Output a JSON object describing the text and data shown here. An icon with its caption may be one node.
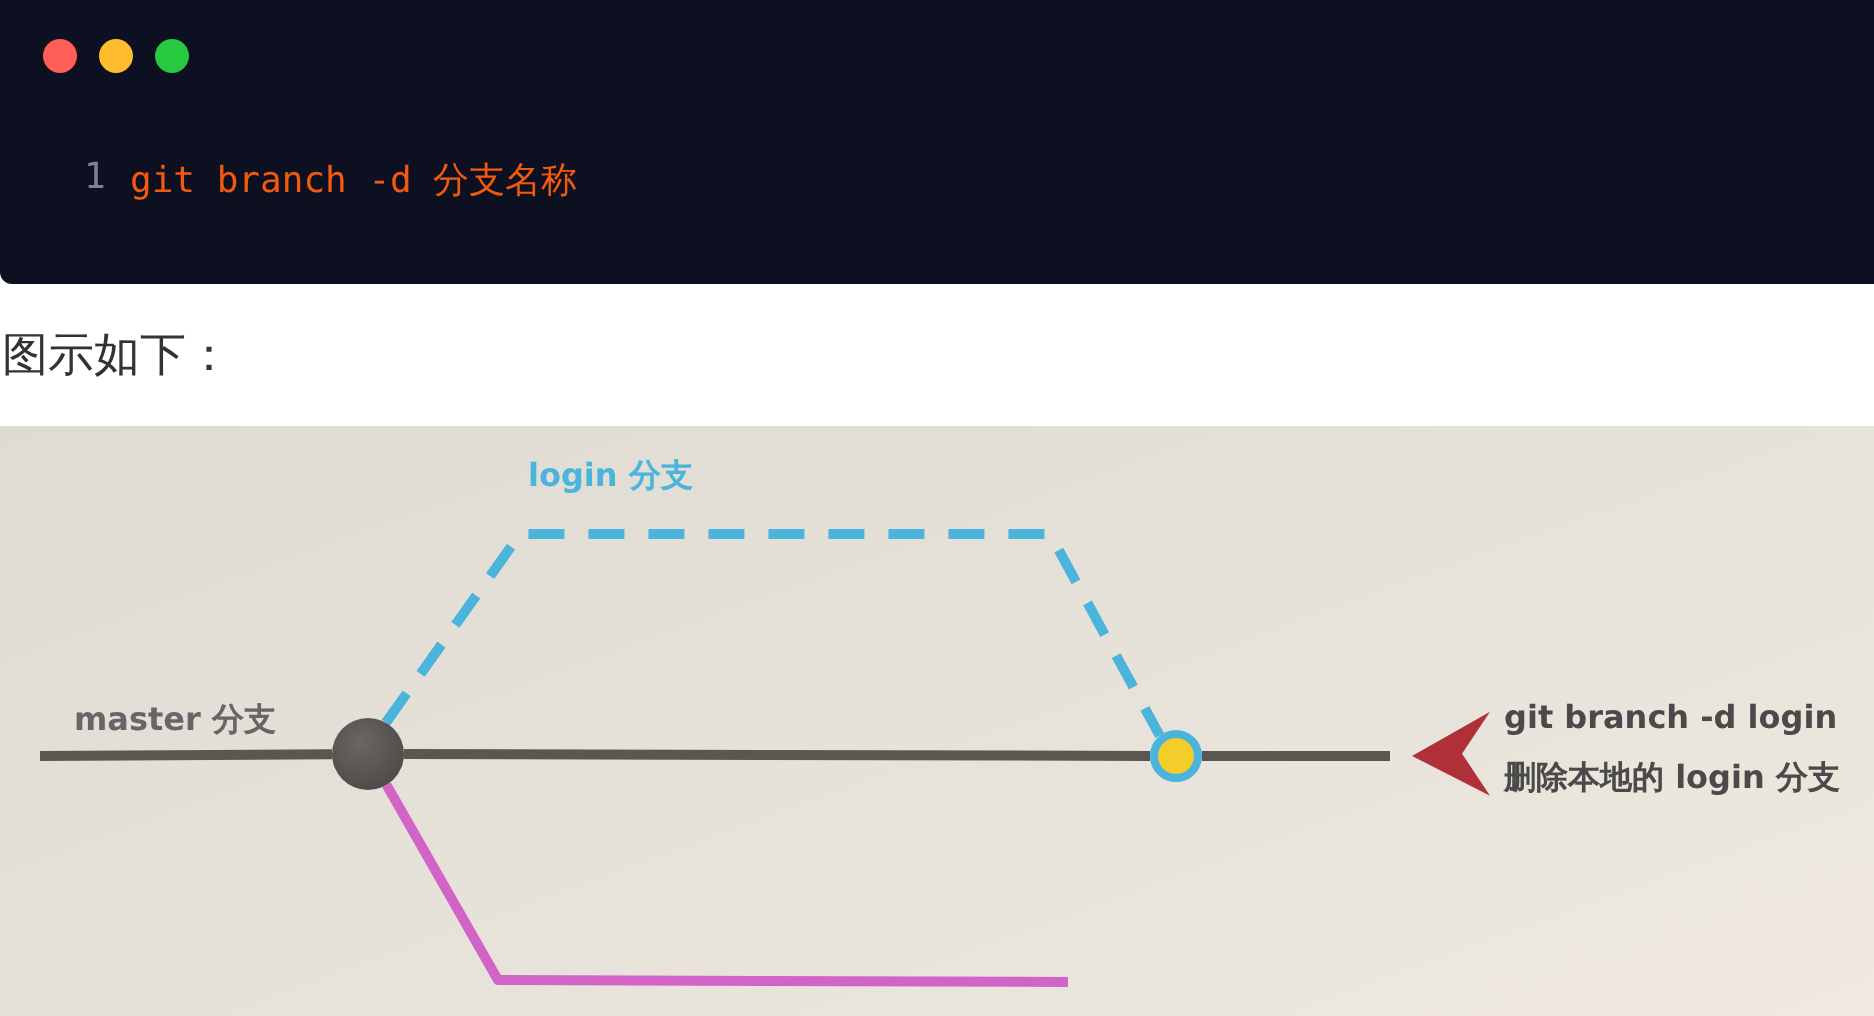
{
  "diagram": {
    "nodes": [
      {
        "text": [],
        "shape": "circle"
      },
      {
        "text": [],
        "shape": "circle"
      },
      {
        "text": [
          "git branch -d login",
          "删除本地的 login 分支"
        ]
      }
    ],
    "edges": [
      {
        "from": null,
        "to": 0,
        "arrow": "none",
        "label": "master 分支"
      },
      {
        "from": 0,
        "to": 1,
        "arrow": "none"
      },
      {
        "from": 1,
        "to": null,
        "arrow": "none"
      },
      {
        "from": 0,
        "to": 1,
        "arrow": "none",
        "style": "dashed",
        "color": "#4ab4dc",
        "label": "login 分支"
      },
      {
        "from": 0,
        "to": null,
        "arrow": "none",
        "color": "#d264c8"
      },
      {
        "from": 2,
        "to": null,
        "arrow": "to",
        "color": "#b0303a"
      }
    ],
    "labels": [
      "1",
      "git branch -d 分支名称",
      "图示如下："
    ]
  }
}
